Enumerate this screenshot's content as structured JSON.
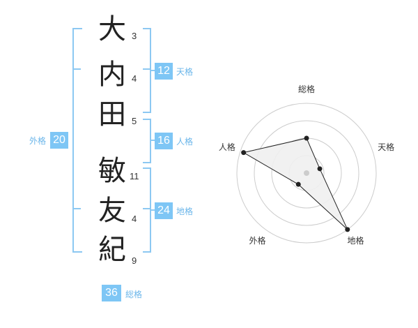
{
  "characters": [
    {
      "char": "大",
      "strokes": "3"
    },
    {
      "char": "内",
      "strokes": "4"
    },
    {
      "char": "田",
      "strokes": "5"
    },
    {
      "char": "敏",
      "strokes": "11"
    },
    {
      "char": "友",
      "strokes": "4"
    },
    {
      "char": "紀",
      "strokes": "9"
    }
  ],
  "scores": {
    "tenkaku": {
      "value": "12",
      "label": "天格"
    },
    "jinkaku": {
      "value": "16",
      "label": "人格"
    },
    "chikaku": {
      "value": "24",
      "label": "地格"
    },
    "gaikaku": {
      "value": "20",
      "label": "外格"
    },
    "soukaku": {
      "value": "36",
      "label": "総格"
    }
  },
  "radar": {
    "axes": [
      "総格",
      "天格",
      "地格",
      "外格",
      "人格"
    ],
    "values": [
      0.5,
      0.2,
      1.0,
      0.2,
      0.95
    ],
    "ring_count": 4,
    "grid_color": "#cccccc",
    "fill_color": "#efefef",
    "line_color": "#222222"
  },
  "colors": {
    "accent": "#7ec6f5",
    "bracket": "#8cc8f2",
    "label": "#6bb6ea"
  }
}
